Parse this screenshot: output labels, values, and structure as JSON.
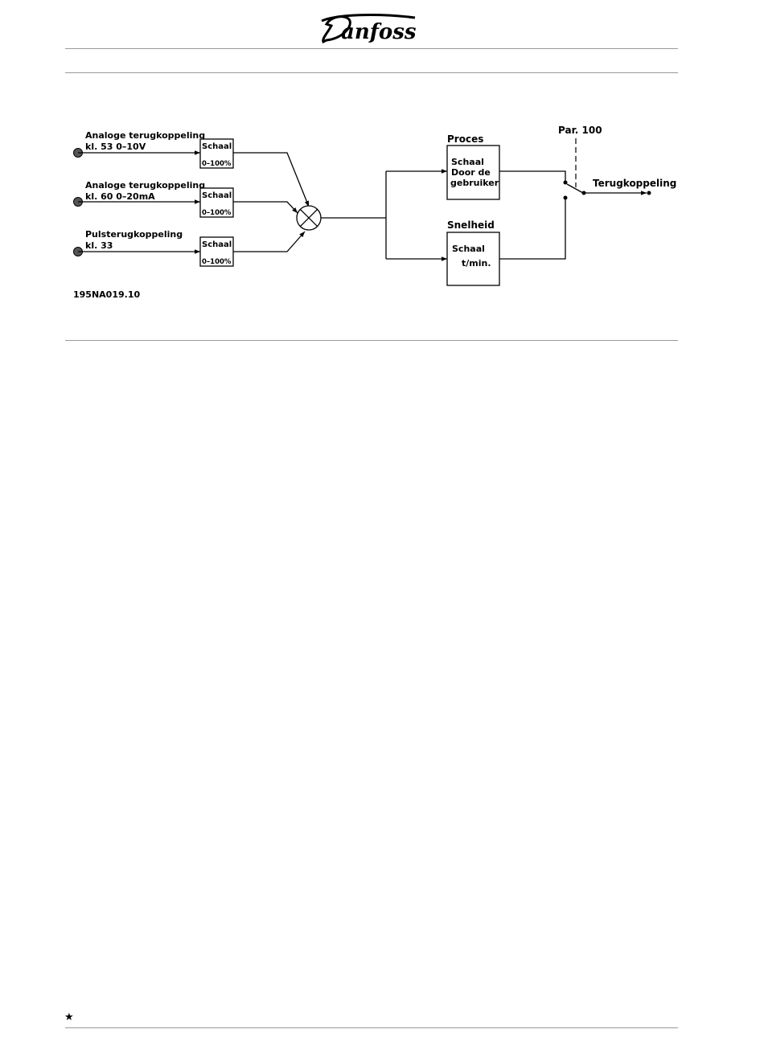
{
  "header": {
    "brand": "Danfoss"
  },
  "diagram": {
    "inputs": [
      {
        "line1": "Analoge terugkoppeling",
        "line2": "kl. 53 0–10V",
        "scale_title": "Schaal",
        "scale_range": "0–100%"
      },
      {
        "line1": "Analoge terugkoppeling",
        "line2": "kl. 60 0–20mA",
        "scale_title": "Schaal",
        "scale_range": "0–100%"
      },
      {
        "line1": "Pulsterugkoppeling",
        "line2": "kl. 33",
        "scale_title": "Schaal",
        "scale_range": "0–100%"
      }
    ],
    "process": {
      "title": "Proces",
      "lines": [
        "Schaal",
        "Door de",
        "gebruiker"
      ]
    },
    "speed": {
      "title": "Snelheid",
      "line1": "Schaal",
      "line2": "t/min."
    },
    "switch_label": "Par. 100",
    "output_label": "Terugkoppeling",
    "figure_code": "195NA019.10"
  },
  "footer": {
    "marker": "★"
  }
}
